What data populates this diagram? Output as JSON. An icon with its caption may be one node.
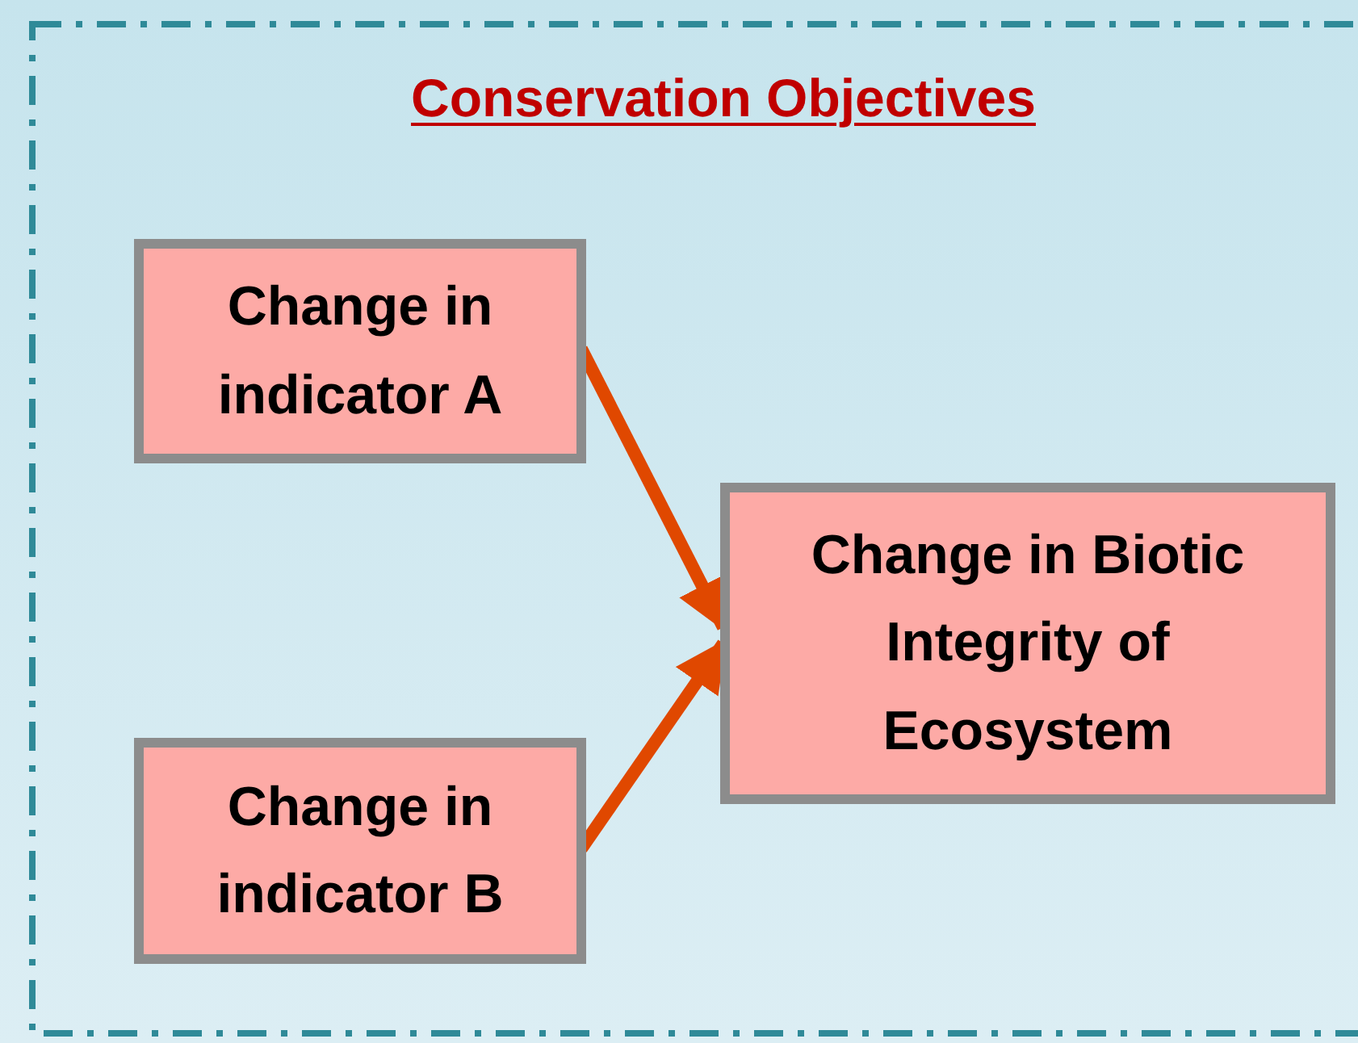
{
  "diagram": {
    "title": "Conservation Objectives",
    "nodes": [
      {
        "text": [
          "Change in indicator A"
        ]
      },
      {
        "text": [
          "Change in indicator B"
        ]
      },
      {
        "text": [
          "Change in Biotic Integrity of Ecosystem"
        ]
      }
    ],
    "edges": [
      {
        "from": 0,
        "to": 2,
        "arrow": "to"
      },
      {
        "from": 1,
        "to": 2,
        "arrow": "to"
      }
    ]
  }
}
